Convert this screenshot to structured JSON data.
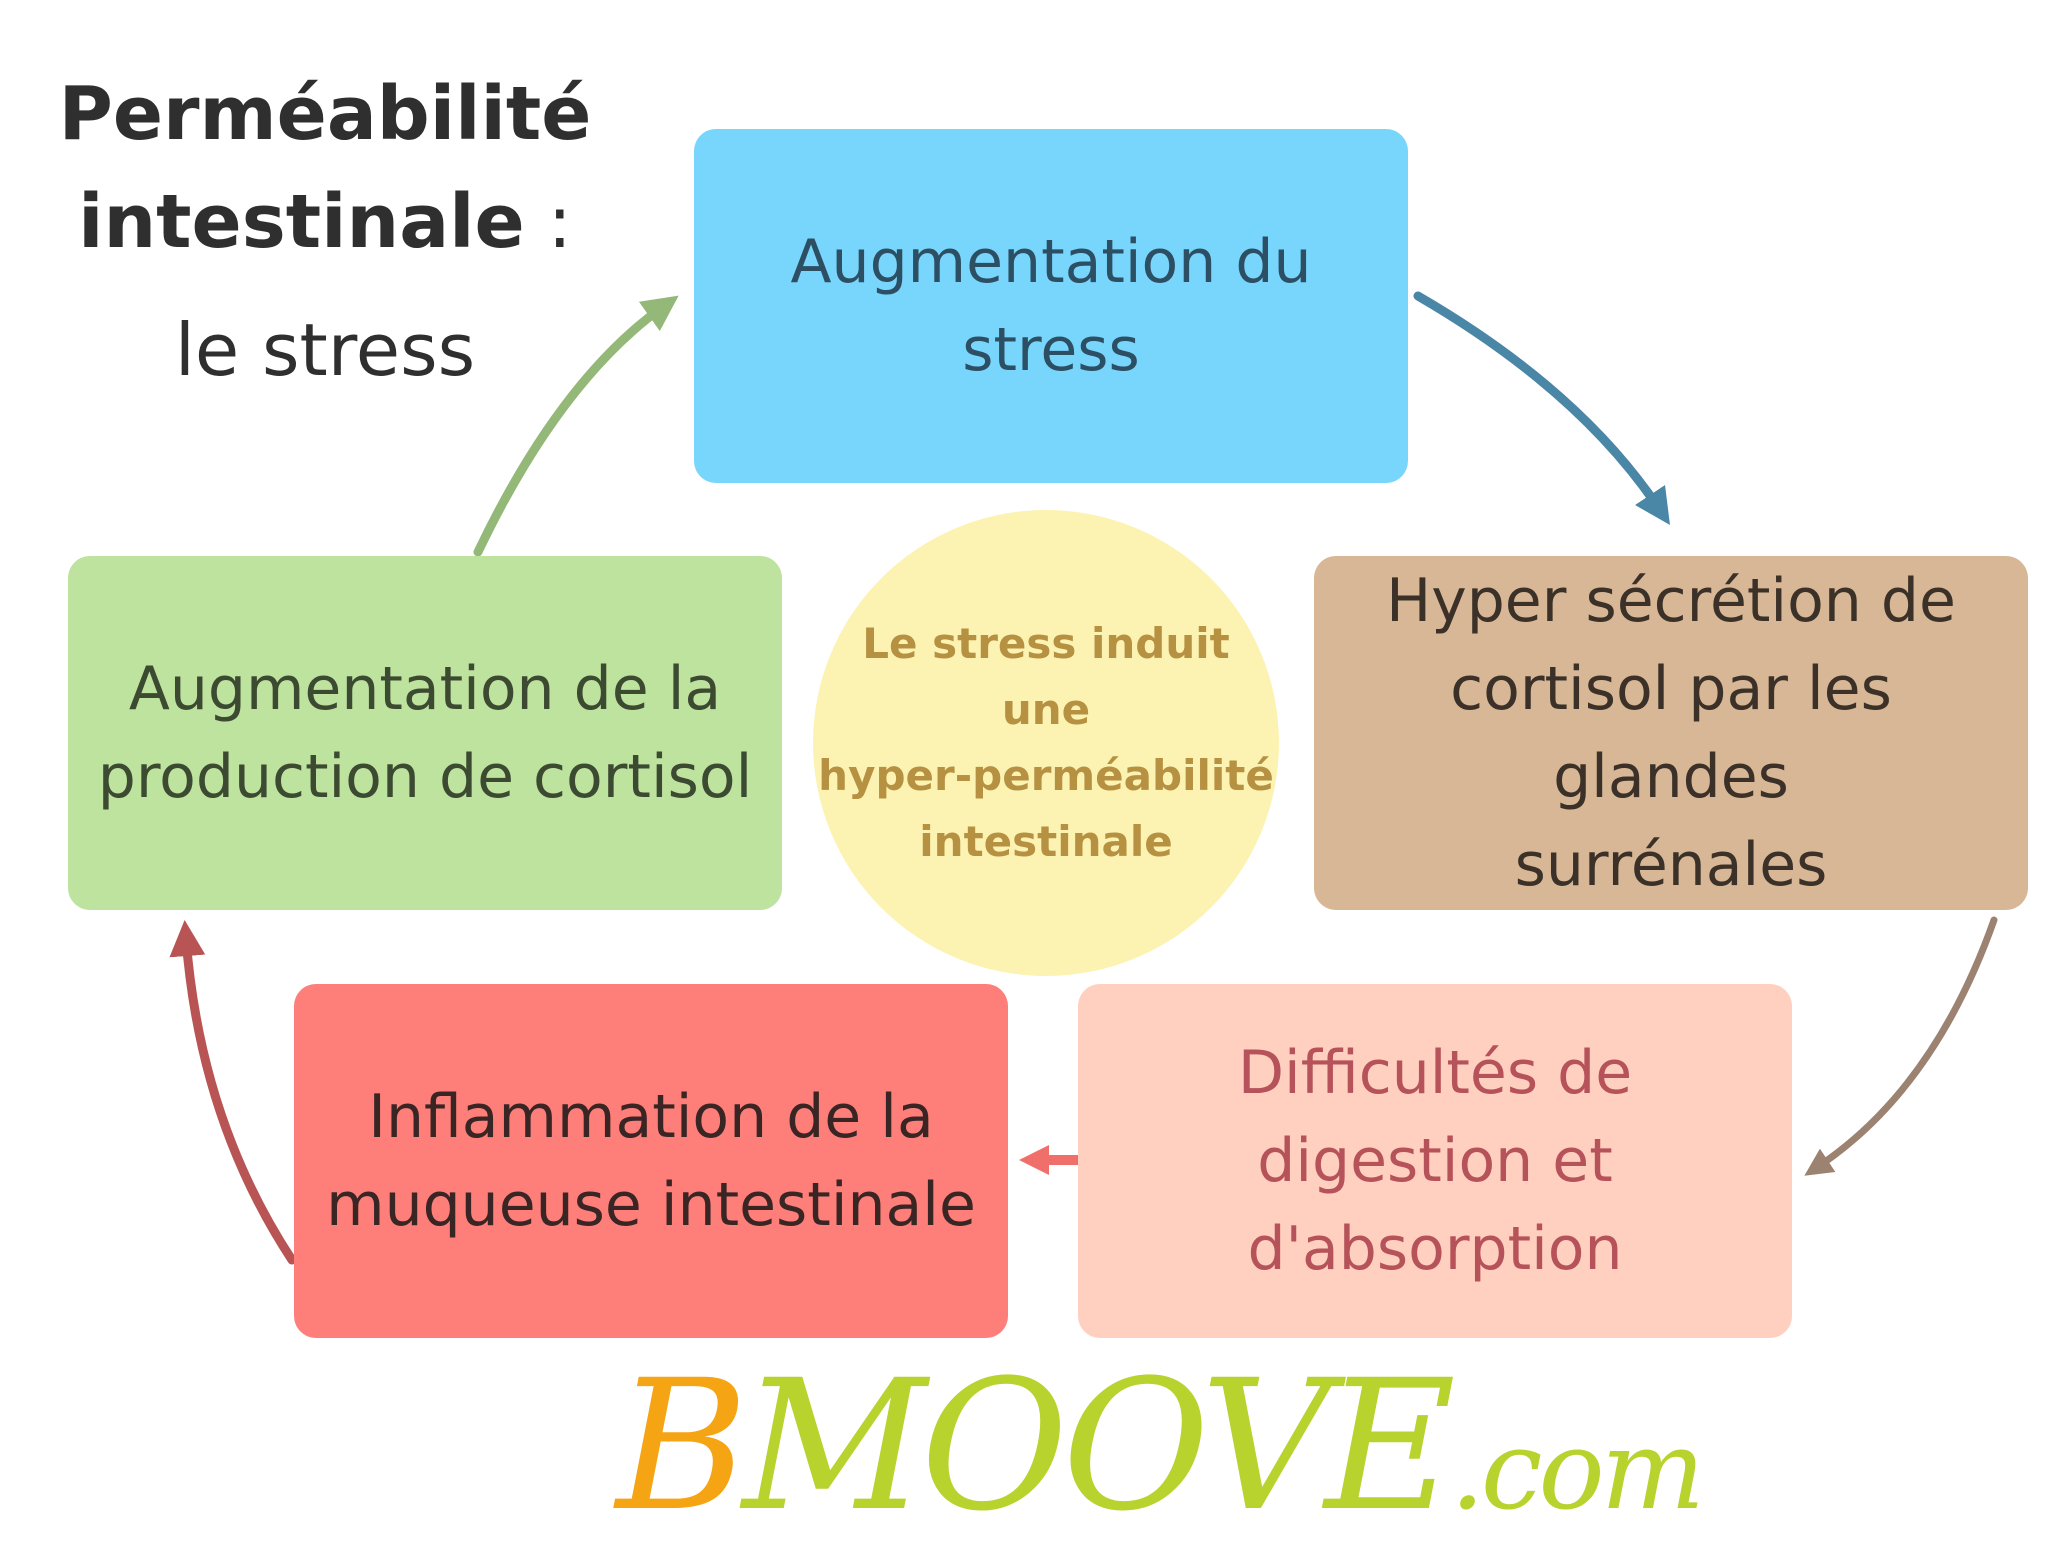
{
  "title": {
    "line1": "Perméabilité",
    "line2": "intestinale",
    "line2_suffix": " :",
    "line3": "le stress"
  },
  "nodes": {
    "stress": [
      "Augmentation du",
      "stress"
    ],
    "cortisol_secretion": [
      "Hyper sécrétion de",
      "cortisol par les glandes",
      "surrénales"
    ],
    "digestion": [
      "Difficultés de",
      "digestion et",
      "d'absorption"
    ],
    "inflammation": [
      "Inflammation de la",
      "muqueuse intestinale"
    ],
    "cortisol_production": [
      "Augmentation de la",
      "production de cortisol"
    ]
  },
  "center": [
    "Le stress induit",
    "une",
    "hyper-perméabilité",
    "intestinale"
  ],
  "logo": {
    "initial": "B",
    "rest": "MOOVE",
    "domain": ".com"
  },
  "colors": {
    "arrow_to_cortisol_secretion": "#4a86a6",
    "arrow_to_digestion": "#9b8271",
    "arrow_to_inflammation": "#f16f6a",
    "arrow_to_cortisol_production": "#b85554",
    "arrow_to_stress": "#93b878"
  }
}
